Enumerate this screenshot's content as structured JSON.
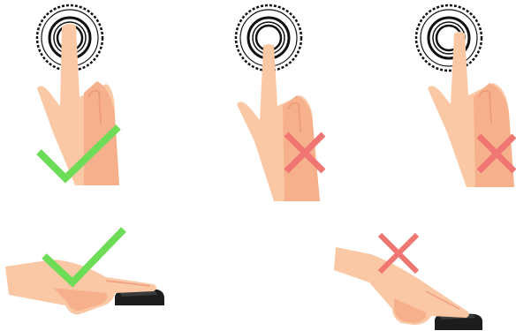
{
  "colors": {
    "skin_light": "#fbc8a6",
    "skin_mid": "#f6b08c",
    "skin_shadow": "#ee9d7b",
    "check_green": "#6ddc56",
    "cross_red": "#f07673",
    "sensor_dark": "#1d1d1d",
    "sensor_mid": "#3a3a3a",
    "ring_black": "#111111"
  },
  "icons": {
    "correct_mark": "check-icon",
    "incorrect_mark": "cross-icon",
    "fingerprint_reader": "fingerprint-sensor-icon"
  },
  "instructions": [
    {
      "name": "finger-flat-centered",
      "status": "correct"
    },
    {
      "name": "fingertip-only",
      "status": "incorrect"
    },
    {
      "name": "finger-off-center",
      "status": "incorrect"
    },
    {
      "name": "finger-flat-side-view",
      "status": "correct"
    },
    {
      "name": "fingertip-side-view",
      "status": "incorrect"
    }
  ]
}
